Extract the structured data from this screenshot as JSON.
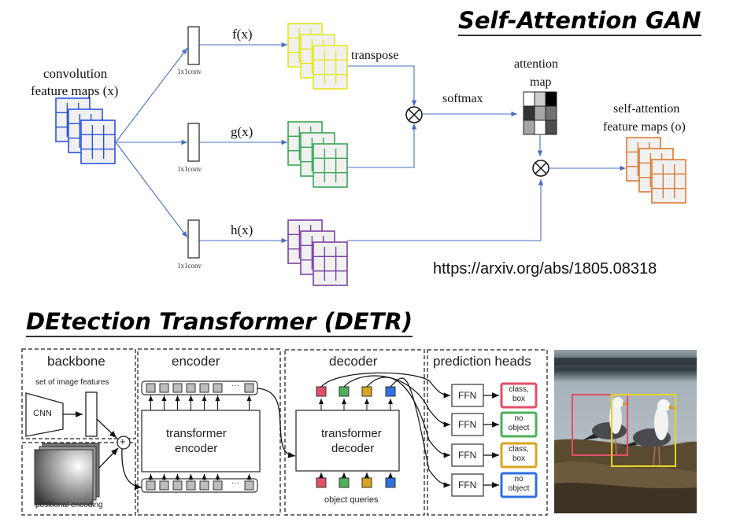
{
  "sagan": {
    "title": "Self-Attention GAN",
    "input_label_1": "convolution",
    "input_label_2": "feature maps (x)",
    "conv_label": "1x1conv",
    "branches": [
      {
        "name": "f(x)",
        "color": "#e6e619"
      },
      {
        "name": "g(x)",
        "color": "#3aa655"
      },
      {
        "name": "h(x)",
        "color": "#7b3fa6"
      }
    ],
    "transpose_label": "transpose",
    "softmax_label": "softmax",
    "attention_label_1": "attention",
    "attention_label_2": "map",
    "attention_grid": [
      [
        1.0,
        0.8,
        0.0
      ],
      [
        0.2,
        0.65,
        0.45
      ],
      [
        0.65,
        1.0,
        0.3
      ]
    ],
    "output_label_1": "self-attention",
    "output_label_2": "feature maps (o)",
    "input_color": "#2a52e0",
    "output_color": "#e07a30",
    "arrow_color": "#4a6fc4",
    "url": "https://arxiv.org/abs/1805.08318"
  },
  "detr": {
    "title": "DEtection Transformer (DETR)",
    "backbone": {
      "heading": "backbone",
      "features_label": "set of image features",
      "cnn_label": "CNN",
      "pos_enc_label": "positional encoding",
      "plus_symbol": "+"
    },
    "encoder": {
      "heading": "encoder",
      "block_line1": "transformer",
      "block_line2": "encoder",
      "ellipsis": "···"
    },
    "decoder": {
      "heading": "decoder",
      "block_line1": "transformer",
      "block_line2": "decoder",
      "queries_label": "object queries",
      "query_colors": [
        "#e0506a",
        "#4caf5a",
        "#d9a520",
        "#2f6fe0"
      ]
    },
    "prediction_heads": {
      "heading": "prediction heads",
      "ffn_label": "FFN",
      "outputs": [
        {
          "line1": "class,",
          "line2": "box",
          "color": "#e0506a"
        },
        {
          "line1": "no",
          "line2": "object",
          "color": "#4caf5a"
        },
        {
          "line1": "class,",
          "line2": "box",
          "color": "#d9a520"
        },
        {
          "line1": "no",
          "line2": "object",
          "color": "#2f6fe0"
        }
      ]
    },
    "photo": {
      "description": "two seagulls on rocks with detection boxes",
      "box_colors": [
        "#e0506a",
        "#e6d62a"
      ]
    }
  }
}
